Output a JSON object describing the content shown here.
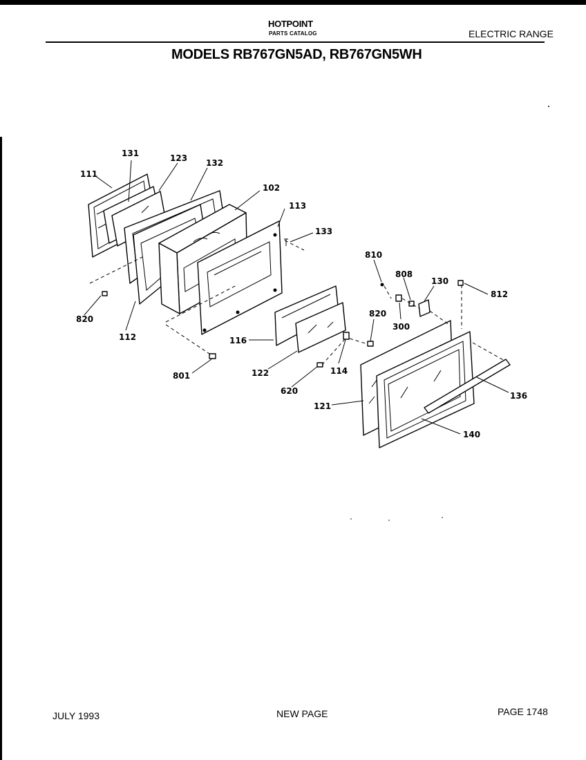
{
  "header": {
    "brand": "HOTPOINT",
    "catalog": "PARTS CATALOG",
    "category": "ELECTRIC RANGE",
    "models": "MODELS RB767GN5AD, RB767GN5WH"
  },
  "diagram": {
    "callouts": [
      "131",
      "123",
      "111",
      "132",
      "102",
      "113",
      "133",
      "820",
      "112",
      "801",
      "116",
      "122",
      "620",
      "114",
      "820",
      "810",
      "808",
      "130",
      "812",
      "300",
      "121",
      "136",
      "140"
    ]
  },
  "footer": {
    "date": "JULY 1993",
    "status": "NEW PAGE",
    "page": "PAGE 1748"
  }
}
